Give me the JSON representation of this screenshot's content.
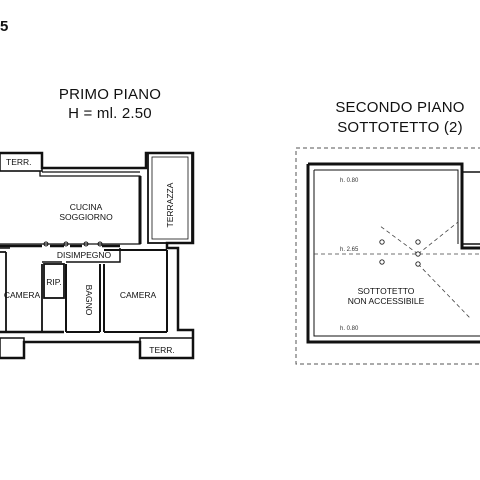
{
  "page": {
    "corner_mark": "5"
  },
  "primo_piano": {
    "title": "PRIMO PIANO",
    "subtitle": "H = ml. 2.50",
    "rooms": {
      "terr_top": "TERR.",
      "cucina_line1": "CUCINA",
      "cucina_line2": "SOGGIORNO",
      "terrazza": "TERRAZZA",
      "disimpegno": "DISIMPEGNO",
      "rip": "RIP.",
      "camera_left": "CAMERA",
      "bagno": "BAGNO",
      "camera_right": "CAMERA",
      "terr_bottom": "TERR."
    }
  },
  "secondo_piano": {
    "title_line1": "SECONDO PIANO",
    "title_line2": "SOTTOTETTO (2)",
    "heights": {
      "top": "h. 0.80",
      "middle": "h. 2.65",
      "bottom": "h. 0.80"
    },
    "area_label_line1": "SOTTOTETTO",
    "area_label_line2": "NON ACCESSIBILE"
  },
  "colors": {
    "wall": "#111111",
    "dashed_outline": "#555555",
    "background": "#ffffff"
  }
}
